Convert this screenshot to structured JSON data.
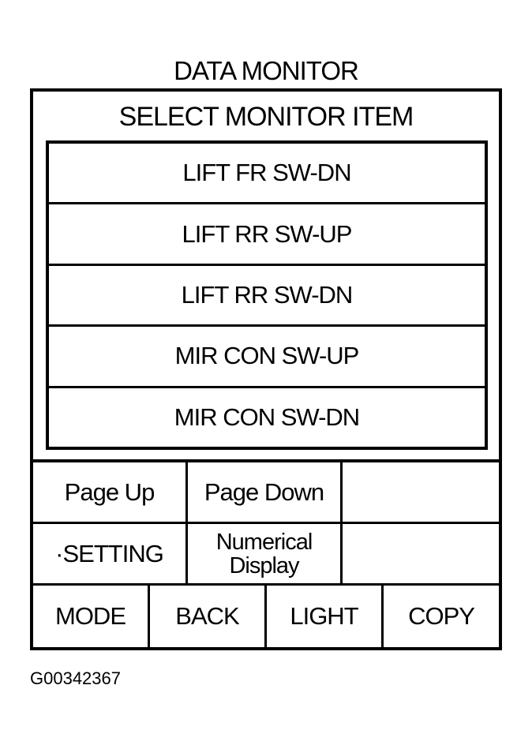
{
  "screen": {
    "title": "DATA MONITOR",
    "heading": "SELECT MONITOR ITEM"
  },
  "monitor_items": [
    "LIFT FR SW-DN",
    "LIFT RR SW-UP",
    "LIFT RR SW-DN",
    "MIR CON SW-UP",
    "MIR CON SW-DN"
  ],
  "buttons": {
    "page_up": "Page Up",
    "page_down": "Page Down",
    "setting": "·SETTING",
    "numerical_display_line1": "Numerical",
    "numerical_display_line2": "Display",
    "mode": "MODE",
    "back": "BACK",
    "light": "LIGHT",
    "copy": "COPY"
  },
  "figure_id": "G00342367",
  "colors": {
    "background": "#ffffff",
    "foreground": "#000000"
  }
}
